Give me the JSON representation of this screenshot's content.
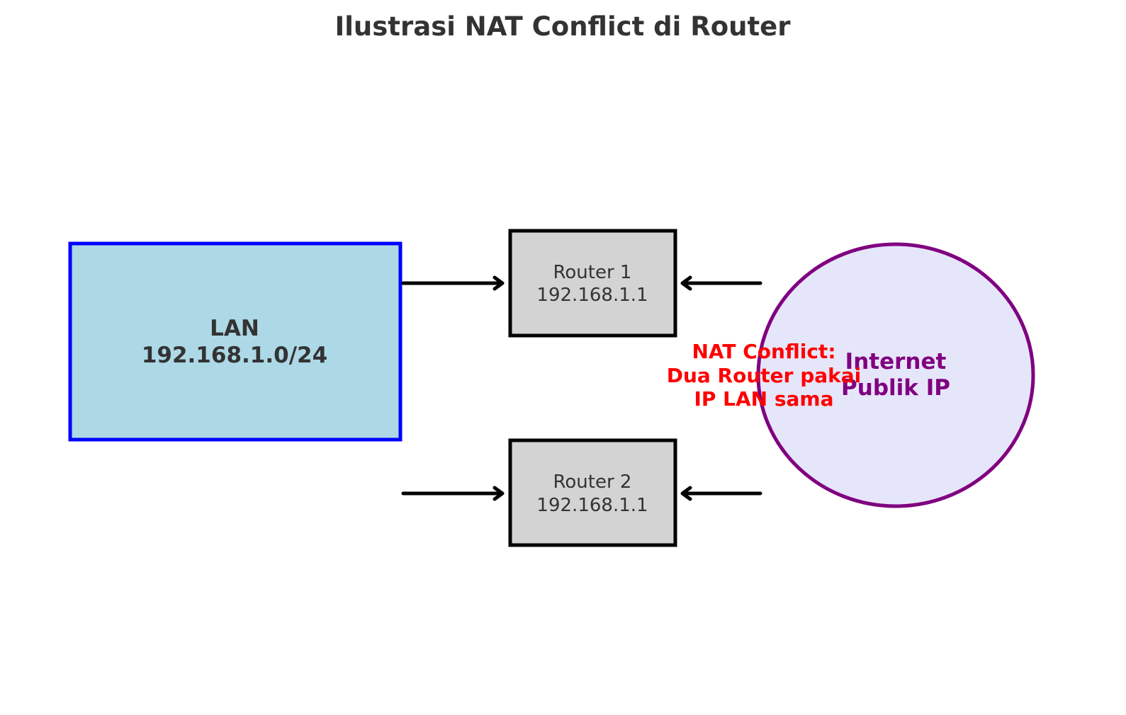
{
  "title": "Ilustrasi NAT Conflict di Router",
  "lan": {
    "name": "LAN",
    "subnet": "192.168.1.0/24",
    "fill": "#add8e6",
    "border": "#0000ff"
  },
  "routers": [
    {
      "name": "Router 1",
      "ip": "192.168.1.1"
    },
    {
      "name": "Router 2",
      "ip": "192.168.1.1"
    }
  ],
  "router_style": {
    "fill": "#d3d3d3",
    "border": "#000000"
  },
  "internet": {
    "name": "Internet",
    "label": "Publik IP",
    "fill": "#e6e6fa",
    "border": "#800080"
  },
  "conflict": {
    "line1": "NAT Conflict:",
    "line2": "Dua Router pakai",
    "line3": "IP LAN sama",
    "color": "#ff0000"
  }
}
